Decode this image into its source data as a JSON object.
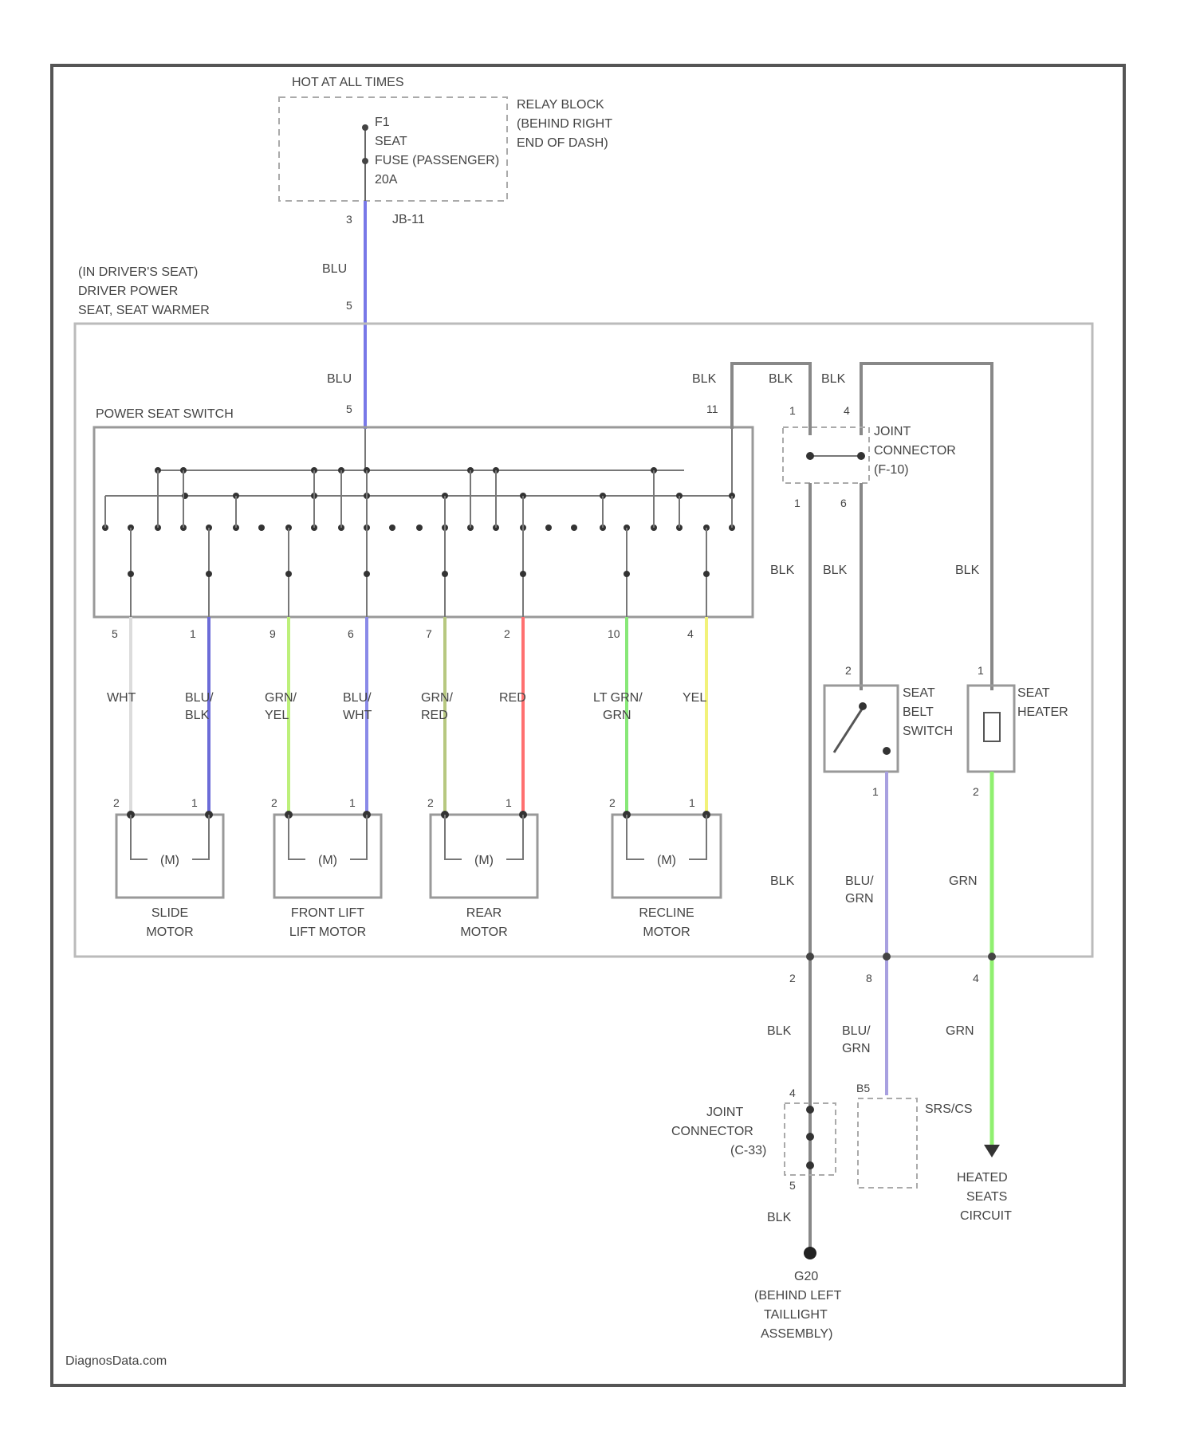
{
  "power": {
    "hot_label": "HOT AT ALL TIMES",
    "relay_block": [
      "RELAY BLOCK",
      "(BEHIND RIGHT",
      "END OF DASH)"
    ],
    "fuse": [
      "F1",
      "SEAT",
      "FUSE (PASSENGER)",
      "20A"
    ],
    "junction": "JB-11",
    "pin_top": "3"
  },
  "seat": {
    "title": [
      "(IN DRIVER'S SEAT)",
      "DRIVER POWER",
      "SEAT, SEAT WARMER"
    ],
    "wire_top": "BLU",
    "pin_in": "5"
  },
  "switch": {
    "title": "POWER SEAT SWITCH",
    "wire_in": "BLU",
    "pin_in": "5",
    "pin_gnd": "11"
  },
  "switch_outputs": [
    {
      "pin": "5",
      "wire": [
        "WHT"
      ],
      "color": "#dcdcdc"
    },
    {
      "pin": "1",
      "wire": [
        "BLU/",
        "BLK"
      ],
      "color": "#6c6cd8"
    },
    {
      "pin": "9",
      "wire": [
        "GRN/",
        "YEL"
      ],
      "color": "#bdf07a"
    },
    {
      "pin": "6",
      "wire": [
        "BLU/",
        "WHT"
      ],
      "color": "#8a8ae8"
    },
    {
      "pin": "7",
      "wire": [
        "GRN/",
        "RED"
      ],
      "color": "#b7c880"
    },
    {
      "pin": "2",
      "wire": [
        "RED"
      ],
      "color": "#ff7070"
    },
    {
      "pin": "10",
      "wire": [
        "LT GRN/",
        "GRN"
      ],
      "color": "#88e878"
    },
    {
      "pin": "4",
      "wire": [
        "YEL"
      ],
      "color": "#f2f27a"
    }
  ],
  "motors": [
    {
      "symbol": "M",
      "name": [
        "SLIDE",
        "MOTOR"
      ],
      "pin_a": "2",
      "pin_b": "1"
    },
    {
      "symbol": "M",
      "name": [
        "FRONT LIFT",
        "LIFT MOTOR"
      ],
      "pin_a": "2",
      "pin_b": "1"
    },
    {
      "symbol": "M",
      "name": [
        "REAR",
        "MOTOR"
      ],
      "pin_a": "2",
      "pin_b": "1"
    },
    {
      "symbol": "M",
      "name": [
        "RECLINE",
        "MOTOR"
      ],
      "pin_a": "2",
      "pin_b": "1"
    }
  ],
  "joint_connector": {
    "name": [
      "JOINT",
      "CONNECTOR",
      "(F-10)"
    ],
    "pins_top": [
      "1",
      "4"
    ],
    "pins_bottom": [
      "1",
      "6"
    ],
    "wires_top": [
      "BLK",
      "BLK",
      "BLK"
    ]
  },
  "right_wires": {
    "mid": [
      "BLK",
      "BLK",
      "BLK"
    ],
    "lower": [
      [
        "BLK"
      ],
      [
        "BLU/",
        "GRN"
      ],
      [
        "GRN"
      ]
    ],
    "below": [
      [
        "BLK"
      ],
      [
        "BLU/",
        "GRN"
      ],
      [
        "GRN"
      ]
    ],
    "pins_box_bottom": [
      "2",
      "8",
      "4"
    ]
  },
  "seat_belt_switch": {
    "name": [
      "SEAT",
      "BELT",
      "SWITCH"
    ],
    "pin_top": "2",
    "pin_bottom": "1"
  },
  "seat_heater": {
    "name": [
      "SEAT",
      "HEATER"
    ],
    "pin_top": "1",
    "pin_bottom": "2"
  },
  "joint_connector_2": {
    "name": [
      "JOINT",
      "CONNECTOR",
      "(C-33)"
    ],
    "pin_top": "4",
    "pin_bottom": "5"
  },
  "srs": {
    "label": "SRS/CS",
    "pin": "B5"
  },
  "heated": [
    "HEATED",
    "SEATS",
    "CIRCUIT"
  ],
  "ground": {
    "wire": "BLK",
    "label": [
      "G20",
      "(BEHIND LEFT",
      "TAILLIGHT",
      "ASSEMBLY)"
    ]
  },
  "watermark": "DiagnosData.com",
  "colors": {
    "blue": "#7878e8",
    "ground": "#888888",
    "heater": "#90f070",
    "srs_wire": "#a8a0e0"
  }
}
